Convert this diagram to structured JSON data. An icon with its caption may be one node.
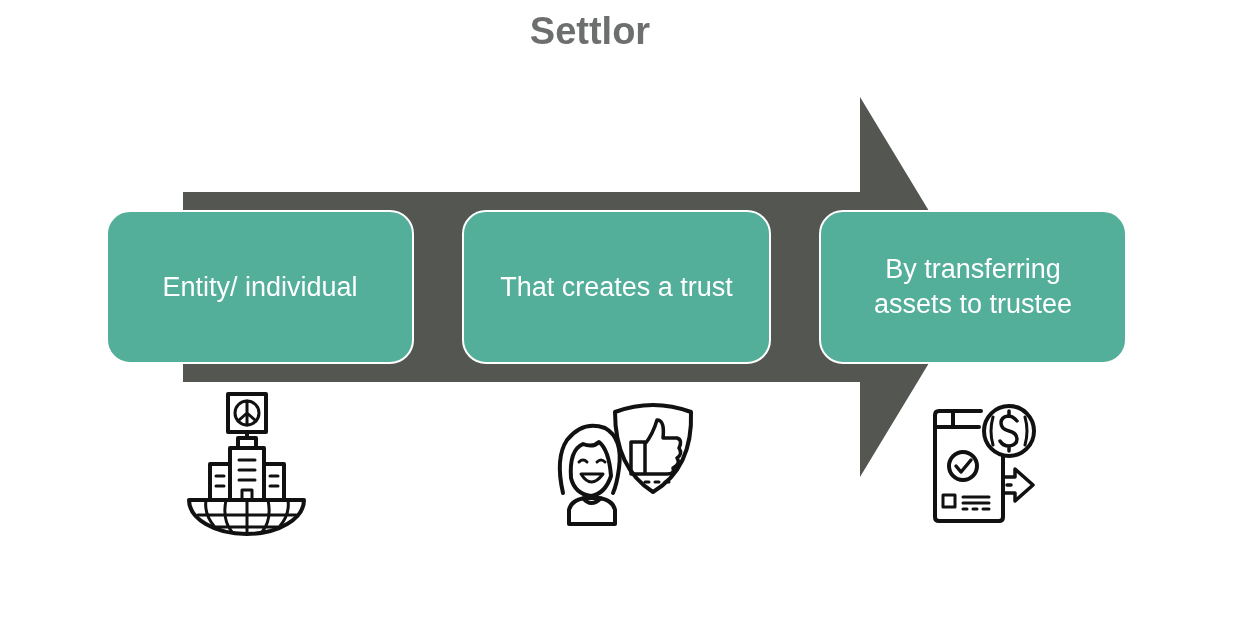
{
  "diagram": {
    "title": "Settlor",
    "nodes": [
      {
        "text": [
          "Entity/ individual"
        ]
      },
      {
        "text": [
          "That creates a trust"
        ]
      },
      {
        "text": [
          "By transferring assets to trustee"
        ]
      }
    ]
  }
}
